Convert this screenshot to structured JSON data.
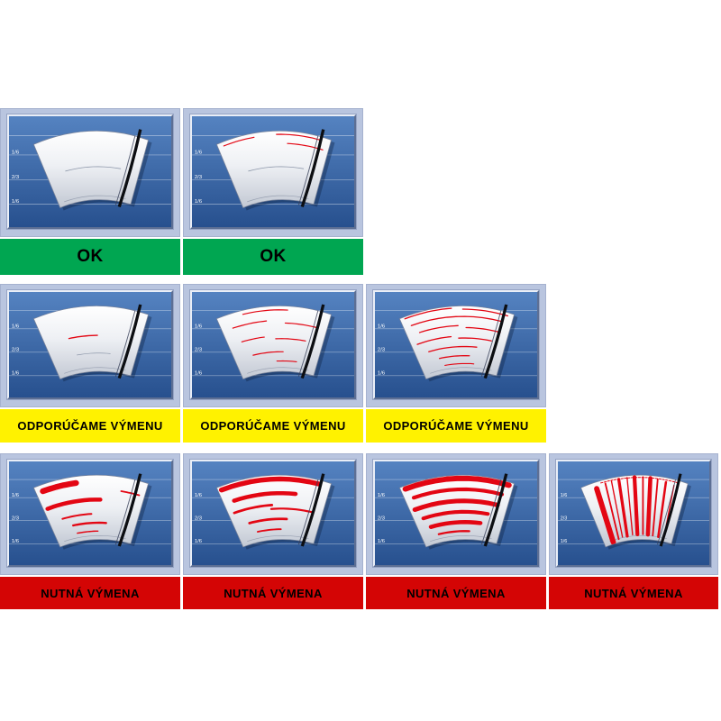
{
  "ticks": [
    "1/6",
    "2/3",
    "1/6"
  ],
  "colors": {
    "panel_bg": "#b9c5df",
    "screen_top": "#5583c1",
    "screen_bottom": "#27508e",
    "streak_red": "#e30613",
    "streak_gray": "#8f99ab",
    "blade": "#0c0e12",
    "band_ok": "#00a651",
    "band_warn": "#fff200",
    "band_replace": "#d40505"
  },
  "bands": {
    "ok": {
      "label": "OK"
    },
    "warn": {
      "label": "ODPORÚČAME VÝMENU"
    },
    "replace": {
      "label": "NUTNÁ VÝMENA"
    }
  },
  "cells": [
    {
      "id": "ok-clean",
      "row": 0,
      "col": 0,
      "status": "ok",
      "streaks": [
        [
          "a",
          0.2,
          0.8,
          0.52,
          0.8,
          "gray"
        ]
      ]
    },
    {
      "id": "ok-minor-marks",
      "row": 0,
      "col": 1,
      "status": "ok",
      "streaks": [
        [
          "a",
          0.05,
          0.32,
          0.06,
          1.2,
          "red"
        ],
        [
          "a",
          0.52,
          0.92,
          0.05,
          1.2,
          "red"
        ],
        [
          "a",
          0.62,
          0.95,
          0.18,
          1.2,
          "red"
        ],
        [
          "a",
          0.2,
          0.8,
          0.52,
          0.8,
          "gray"
        ]
      ]
    },
    {
      "id": "warn-single-streak",
      "row": 1,
      "col": 0,
      "status": "warn",
      "streaks": [
        [
          "a",
          0.25,
          0.55,
          0.45,
          1.5,
          "red"
        ],
        [
          "a",
          0.3,
          0.7,
          0.72,
          0.8,
          "gray"
        ]
      ]
    },
    {
      "id": "warn-several-streaks",
      "row": 1,
      "col": 1,
      "status": "warn",
      "streaks": [
        [
          "a",
          0.22,
          0.62,
          0.06,
          1.3,
          "red"
        ],
        [
          "a",
          0.1,
          0.42,
          0.22,
          1.3,
          "red"
        ],
        [
          "a",
          0.6,
          0.92,
          0.26,
          1.3,
          "red"
        ],
        [
          "a",
          0.14,
          0.38,
          0.46,
          1.3,
          "red"
        ],
        [
          "a",
          0.5,
          0.82,
          0.5,
          1.3,
          "red"
        ],
        [
          "a",
          0.22,
          0.58,
          0.7,
          1.3,
          "red"
        ],
        [
          "a",
          0.5,
          0.75,
          0.84,
          1.2,
          "red"
        ]
      ]
    },
    {
      "id": "warn-many-streaks",
      "row": 1,
      "col": 2,
      "status": "warn",
      "streaks": [
        [
          "a",
          0.04,
          0.45,
          0.03,
          1.4,
          "red"
        ],
        [
          "a",
          0.55,
          0.95,
          0.05,
          1.4,
          "red"
        ],
        [
          "a",
          0.07,
          0.9,
          0.16,
          1.4,
          "red"
        ],
        [
          "a",
          0.12,
          0.5,
          0.3,
          1.4,
          "red"
        ],
        [
          "a",
          0.58,
          0.92,
          0.33,
          1.4,
          "red"
        ],
        [
          "a",
          0.06,
          0.42,
          0.46,
          1.4,
          "red"
        ],
        [
          "a",
          0.5,
          0.85,
          0.49,
          1.4,
          "red"
        ],
        [
          "a",
          0.15,
          0.7,
          0.62,
          1.4,
          "red"
        ],
        [
          "a",
          0.25,
          0.62,
          0.76,
          1.4,
          "red"
        ],
        [
          "a",
          0.3,
          0.68,
          0.88,
          1.2,
          "red"
        ]
      ]
    },
    {
      "id": "replace-smears",
      "row": 2,
      "col": 0,
      "status": "replace",
      "streaks": [
        [
          "a",
          0.06,
          0.36,
          0.1,
          7,
          "red"
        ],
        [
          "a",
          0.78,
          0.95,
          0.22,
          2,
          "red"
        ],
        [
          "a",
          0.04,
          0.58,
          0.38,
          5,
          "red"
        ],
        [
          "a",
          0.15,
          0.48,
          0.6,
          2.2,
          "red"
        ],
        [
          "a",
          0.25,
          0.65,
          0.74,
          2.6,
          "red"
        ],
        [
          "a",
          0.28,
          0.55,
          0.87,
          1.6,
          "red"
        ]
      ]
    },
    {
      "id": "replace-heavy-smears",
      "row": 2,
      "col": 1,
      "status": "replace",
      "streaks": [
        [
          "a",
          0.03,
          0.9,
          0.06,
          6,
          "red"
        ],
        [
          "a",
          0.1,
          0.7,
          0.28,
          5,
          "red"
        ],
        [
          "a",
          0.06,
          0.46,
          0.46,
          3,
          "red"
        ],
        [
          "a",
          0.45,
          0.9,
          0.52,
          2.4,
          "red"
        ],
        [
          "a",
          0.18,
          0.62,
          0.68,
          3,
          "red"
        ],
        [
          "a",
          0.25,
          0.55,
          0.84,
          2,
          "red"
        ]
      ]
    },
    {
      "id": "replace-heavy-bands",
      "row": 2,
      "col": 2,
      "status": "replace",
      "streaks": [
        [
          "a",
          0.04,
          0.96,
          0.05,
          6.5,
          "red"
        ],
        [
          "a",
          0.08,
          0.92,
          0.22,
          4.5,
          "red"
        ],
        [
          "a",
          0.05,
          0.9,
          0.4,
          5.5,
          "red"
        ],
        [
          "a",
          0.1,
          0.82,
          0.57,
          4.5,
          "red"
        ],
        [
          "a",
          0.15,
          0.75,
          0.73,
          5,
          "red"
        ],
        [
          "a",
          0.22,
          0.62,
          0.87,
          2.5,
          "red"
        ]
      ]
    },
    {
      "id": "replace-unwiped-stripes",
      "row": 2,
      "col": 3,
      "status": "replace",
      "streaks": [
        [
          "a",
          0.18,
          0.92,
          0.035,
          1.1,
          "red",
          "dash"
        ],
        [
          "v",
          0.13,
          0.1,
          0.97,
          6.5
        ],
        [
          "v",
          0.22,
          0.06,
          0.95,
          2
        ],
        [
          "v",
          0.28,
          0.05,
          0.93,
          1.5
        ],
        [
          "v",
          0.35,
          0.04,
          0.93,
          3.6
        ],
        [
          "v",
          0.43,
          0.03,
          0.92,
          1.5
        ],
        [
          "v",
          0.5,
          0.03,
          0.92,
          4.6
        ],
        [
          "v",
          0.58,
          0.03,
          0.92,
          2
        ],
        [
          "v",
          0.65,
          0.04,
          0.92,
          5
        ],
        [
          "v",
          0.72,
          0.05,
          0.93,
          2
        ],
        [
          "v",
          0.8,
          0.07,
          0.94,
          2.8
        ],
        [
          "v",
          0.88,
          0.09,
          0.95,
          1.5
        ]
      ]
    }
  ]
}
